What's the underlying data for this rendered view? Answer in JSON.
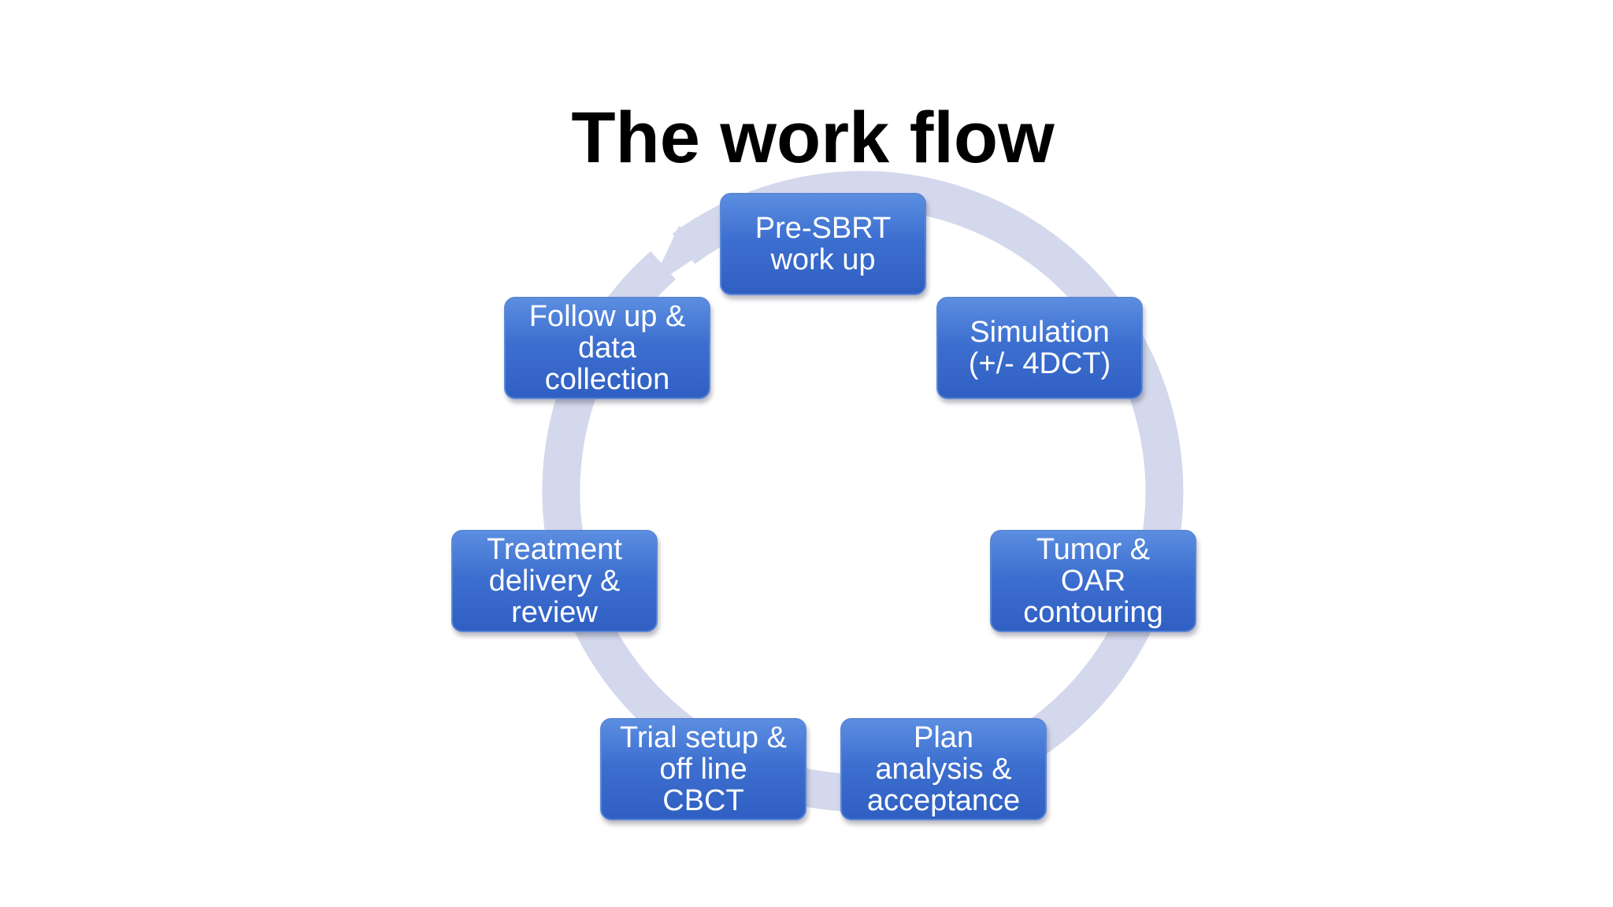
{
  "title": "The work flow",
  "colors": {
    "box_top": "#5b8ee0",
    "box_bottom": "#2f5fc2",
    "cycle_arrow": "#d3d8ec",
    "title": "#000000"
  },
  "cycle": {
    "direction": "clockwise",
    "steps": [
      {
        "label": "Pre-SBRT\nwork up"
      },
      {
        "label": "Simulation\n(+/- 4DCT)"
      },
      {
        "label": "Tumor &\nOAR\ncontouring"
      },
      {
        "label": "Plan\nanalysis &\nacceptance"
      },
      {
        "label": "Trial setup &\noff line\nCBCT"
      },
      {
        "label": "Treatment\ndelivery &\nreview"
      },
      {
        "label": "Follow up &\ndata\ncollection"
      }
    ]
  }
}
